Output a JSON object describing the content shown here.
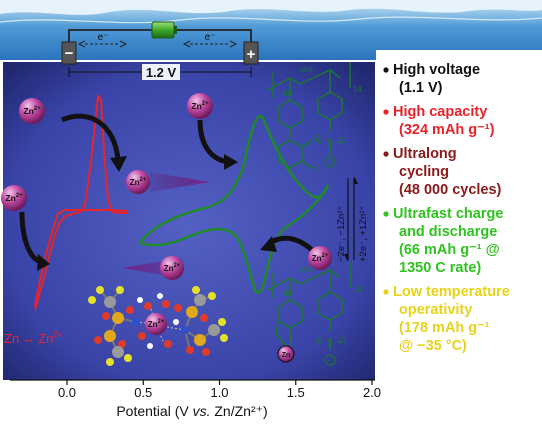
{
  "battery": {
    "voltage": "1.2 V",
    "electron_left": "e⁻",
    "electron_right": "e⁻",
    "minus": "−",
    "plus": "+"
  },
  "ions": {
    "zn": "Zn",
    "charge": "2+"
  },
  "equation": {
    "zn": "Zn",
    "arrow": "↔",
    "zn2": "Zn",
    "charge": "2+"
  },
  "axis": {
    "ticks": [
      "0.0",
      "0.5",
      "1.0",
      "1.5",
      "2.0"
    ],
    "xlabel_prefix": "Potential (V ",
    "xlabel_italic": "vs.",
    "xlabel_suffix": " Zn/Zn²⁺)"
  },
  "polymer": {
    "stat": "stat",
    "n_top": "86",
    "m_top": "14",
    "n_bottom": "86",
    "m_bottom": "14",
    "atom_s": "S",
    "atom_o": "O",
    "atom_zn": "Zn",
    "minus": "−"
  },
  "reaction": {
    "reduction": "−2e⁻, −1Zn²⁺",
    "oxidation": "+2e⁻, +1Zn²⁺"
  },
  "features": [
    {
      "bullet_color": "#111111",
      "text_color": "#111111",
      "lines": [
        "High voltage",
        "(1.1 V)"
      ]
    },
    {
      "bullet_color": "#e8232a",
      "text_color": "#e8232a",
      "lines": [
        "High capacity",
        "(324 mAh g⁻¹)"
      ]
    },
    {
      "bullet_color": "#8a1a1a",
      "text_color": "#8a1a1a",
      "lines": [
        "Ultralong",
        "cycling",
        "(48 000 cycles)"
      ]
    },
    {
      "bullet_color": "#2fc31f",
      "text_color": "#2fc31f",
      "lines": [
        "Ultrafast charge",
        "and discharge",
        "(66 mAh g⁻¹ @",
        "1350 C rate)"
      ]
    },
    {
      "bullet_color": "#e8d21a",
      "text_color": "#e8d21a",
      "lines": [
        "Low temperature",
        "operativity",
        "(178 mAh g⁻¹",
        "@ −35 °C)"
      ]
    }
  ],
  "colors": {
    "panel_bg": "#3a44a8",
    "panel_dark": "#222a7a",
    "zn_curve": "#e8232a",
    "polymer_curve": "#1f8a2a",
    "ion": "#b1358f",
    "water": "#3b87cc"
  }
}
